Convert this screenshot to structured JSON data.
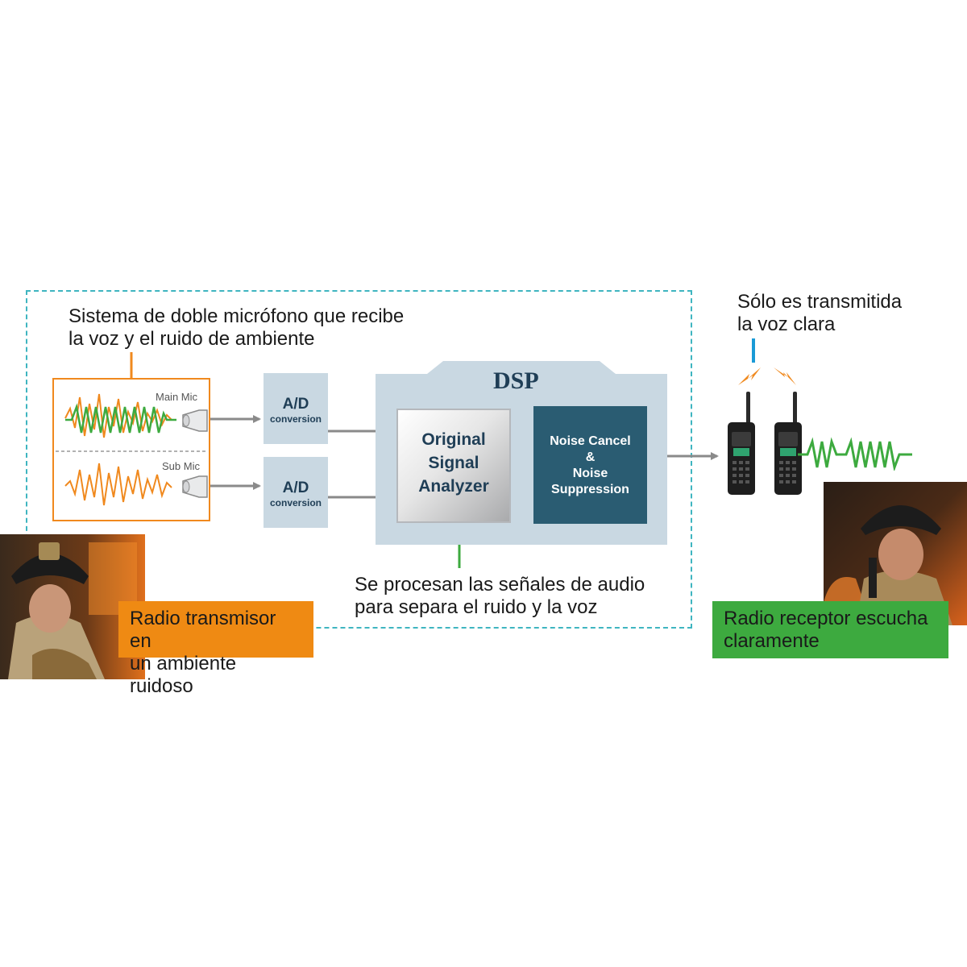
{
  "system_caption": {
    "line1": "Sistema de doble micrófono que recibe",
    "line2": "la voz y el ruido de ambiente"
  },
  "mics": {
    "main_label": "Main Mic",
    "sub_label": "Sub Mic"
  },
  "ad_conversion": [
    {
      "title": "A/D",
      "subtitle": "conversion"
    },
    {
      "title": "A/D",
      "subtitle": "conversion"
    }
  ],
  "dsp": {
    "title": "DSP",
    "analyzer": {
      "line1": "Original",
      "line2": "Signal",
      "line3": "Analyzer"
    },
    "noise": {
      "line1": "Noise Cancel",
      "line2": "&",
      "line3": "Noise",
      "line4": "Suppression"
    }
  },
  "process_caption": {
    "line1": "Se procesan las señales de audio",
    "line2": "para separa el ruido y la voz"
  },
  "transmit_caption": {
    "line1": "Sólo es transmitida",
    "line2": "la voz clara"
  },
  "transmitter_tag": {
    "line1": "Radio transmisor en",
    "line2": "un ambiente ruidoso"
  },
  "receiver_tag": {
    "line1": "Radio receptor escucha",
    "line2": "claramente"
  },
  "colors": {
    "orange": "#f0891e",
    "green": "#3daa3f",
    "teal_dash": "#3fb5c0",
    "dsp_panel": "#c9d8e2",
    "dark_blue": "#1f3e56",
    "noise_box": "#2a5c72",
    "arrow_gray": "#8a8a8a",
    "signal_blue": "#1a9ad6"
  },
  "icons": [
    "microphone-icon",
    "radio-icon",
    "signal-lightning-icon",
    "firefighter-photo"
  ]
}
